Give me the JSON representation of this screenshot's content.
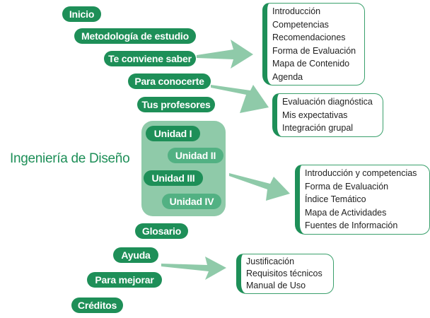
{
  "title": "Ingeniería de Diseño",
  "menu": {
    "inicio": "Inicio",
    "metodologia": "Metodología de estudio",
    "te_conviene": "Te conviene saber",
    "para_conocerte": "Para conocerte",
    "tus_profesores": "Tus profesores",
    "glosario": "Glosario",
    "ayuda": "Ayuda",
    "para_mejorar": "Para mejorar",
    "creditos": "Créditos"
  },
  "units": [
    "Unidad I",
    "Unidad II",
    "Unidad III",
    "Unidad IV"
  ],
  "boxes": {
    "te_conviene": [
      "Introducción",
      "Competencias",
      "Recomendaciones",
      "Forma de Evaluación",
      "Mapa de Contenido",
      "Agenda"
    ],
    "para_conocerte": [
      "Evaluación diagnóstica",
      "Mis expectativas",
      "Integración grupal"
    ],
    "unidades": [
      "Introducción y competencias",
      "Forma de Evaluación",
      "Índice Temático",
      "Mapa de Actividades",
      "Fuentes de Información"
    ],
    "ayuda": [
      "Justificación",
      "Requisitos técnicos",
      "Manual de Uso"
    ]
  },
  "colors": {
    "dark_green": "#1e8f58",
    "light_green": "#52b183",
    "panel_green": "#8fcaa9",
    "arrow_green": "#8fcaa9"
  }
}
